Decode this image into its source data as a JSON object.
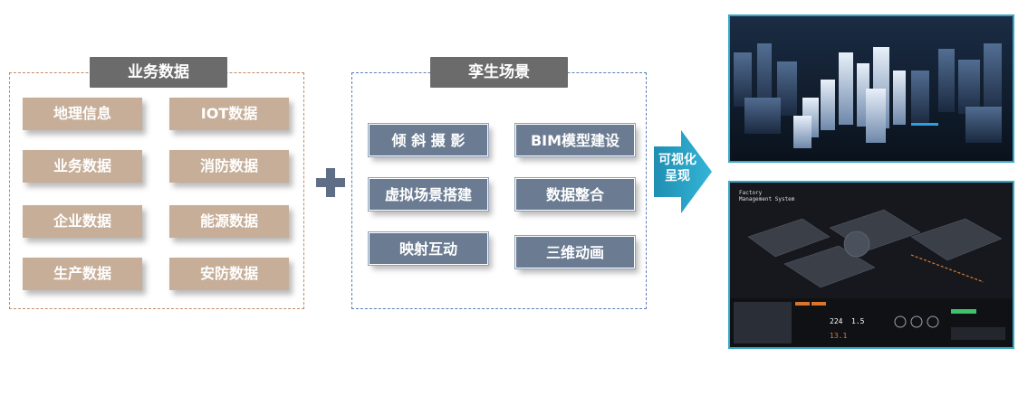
{
  "business_group": {
    "title": "业务数据",
    "items": [
      "地理信息",
      "IOT数据",
      "业务数据",
      "消防数据",
      "企业数据",
      "能源数据",
      "生产数据",
      "安防数据"
    ]
  },
  "twin_group": {
    "title": "孪生场景",
    "items": [
      "倾 斜 摄 影",
      "BIM模型建设",
      "虚拟场景搭建",
      "数据整合",
      "映射互动",
      "三维动画"
    ]
  },
  "arrow": {
    "line1": "可视化",
    "line2": "呈现"
  },
  "city_image": {
    "icon": "3d-city-render"
  },
  "factory_image": {
    "title_line1": "Factory",
    "title_line2": "Management System",
    "stats": [
      "224",
      "1.5",
      "13.1"
    ],
    "icon": "3d-factory-render"
  },
  "colors": {
    "business_tile": "#c7ae98",
    "twin_tile": "#6b7c92",
    "group_title": "#6b6b6b",
    "arrow": "#27a3c4",
    "image_border": "#33a7c8"
  }
}
